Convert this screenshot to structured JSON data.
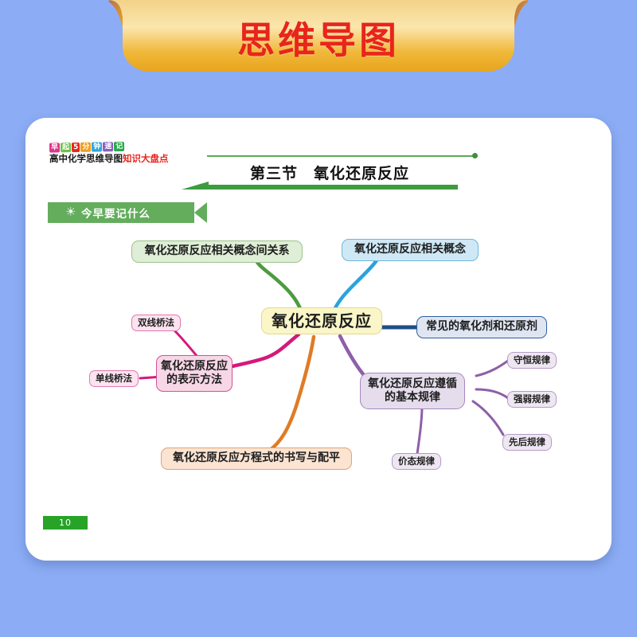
{
  "banner": {
    "title": "思维导图",
    "bg_from": "#f6d98a",
    "bg_to": "#eeab28",
    "text_color": "#e8251b"
  },
  "background_color": "#8cadf5",
  "brand": {
    "badge_chars": [
      {
        "ch": "早",
        "color": "#e0348b"
      },
      {
        "ch": "起",
        "color": "#6ec04a"
      },
      {
        "ch": "5",
        "color": "#e8251b"
      },
      {
        "ch": "分",
        "color": "#f0a020"
      },
      {
        "ch": "钟",
        "color": "#2aa8e0"
      },
      {
        "ch": "速",
        "color": "#8a5ec0"
      },
      {
        "ch": "记",
        "color": "#2aa84a"
      }
    ],
    "subtitle_main": "高中化学思维导图",
    "subtitle_accent": "知识大盘点",
    "rule_color": "#5aa85a"
  },
  "section": {
    "title": "第三节　氧化还原反应",
    "bar_color": "#3f9b3f"
  },
  "ribbon": {
    "icon": "sun-icon",
    "glyph": "☀",
    "label": "今早要记什么",
    "color": "#63ad5d"
  },
  "page_number": "10",
  "mindmap": {
    "center": {
      "label": "氧化还原反应",
      "color": "#fbf6c8"
    },
    "branches": [
      {
        "name": "concept-relations",
        "label": "氧化还原反应相关概念间关系",
        "color": "#4e9b41"
      },
      {
        "name": "concepts",
        "label": "氧化还原反应相关概念",
        "color": "#2aa3dd"
      },
      {
        "name": "common-agents",
        "label": "常见的氧化剂和还原剂",
        "color": "#1f4e87"
      },
      {
        "name": "basic-rules",
        "label": "氧化还原反应遵循\n的基本规律",
        "color": "#8e5fa8"
      },
      {
        "name": "expression",
        "label": "氧化还原反应\n的表示方法",
        "color": "#d4197a"
      },
      {
        "name": "equation-writing",
        "label": "氧化还原反应方程式的书写与配平",
        "color": "#e07b25"
      }
    ],
    "rules_sub": [
      {
        "label": "守恒规律"
      },
      {
        "label": "强弱规律"
      },
      {
        "label": "先后规律"
      },
      {
        "label": "价态规律"
      }
    ],
    "expression_sub": [
      {
        "label": "双线桥法"
      },
      {
        "label": "单线桥法"
      }
    ]
  }
}
